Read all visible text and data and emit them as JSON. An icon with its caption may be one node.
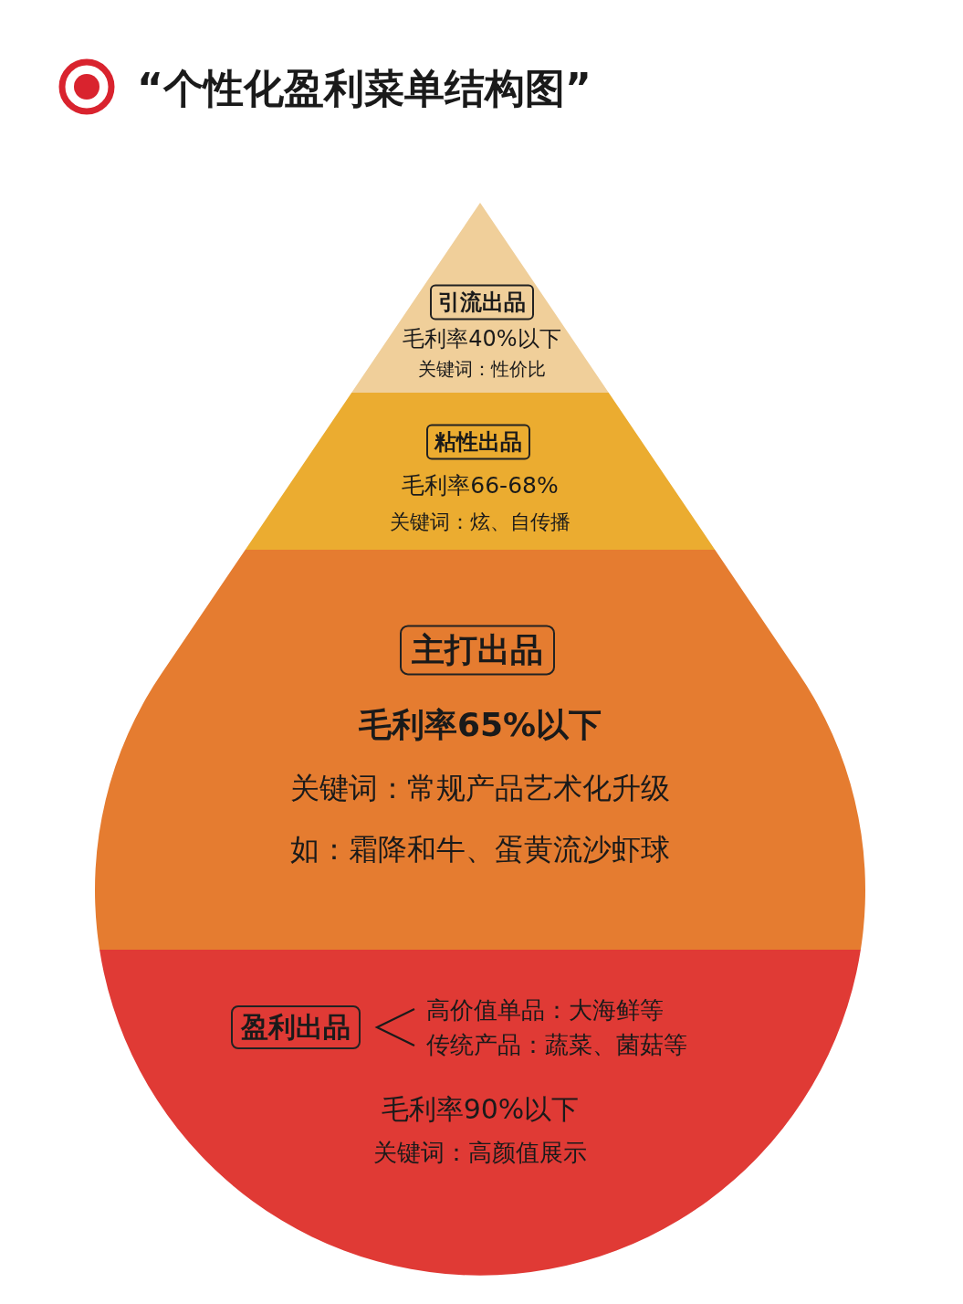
{
  "diagram": {
    "title": "“个性化盈利菜单结构图”",
    "nodes": [
      {
        "text": [
          "毛利率40%以下",
          "关键词：性价比"
        ]
      },
      {
        "text": [
          "引流出品"
        ],
        "in": 0
      },
      {
        "text": [
          "毛利率66-68%",
          "关键词：炫、自传播"
        ]
      },
      {
        "text": [
          "粘性出品"
        ],
        "in": 2
      },
      {
        "text": [
          "毛利率65%以下",
          "关键词：常规产品艺术化升级",
          "如：霜降和牛、蛋黄流沙虾球"
        ]
      },
      {
        "text": [
          "主打出品"
        ],
        "in": 4
      },
      {
        "text": [
          "高价值单品：大海鲜等",
          "传统产品：蔬菜、菌菇等",
          "毛利率90%以下",
          "关键词：高颜值展示"
        ]
      },
      {
        "text": [
          "盈利出品"
        ],
        "in": 6
      }
    ]
  }
}
